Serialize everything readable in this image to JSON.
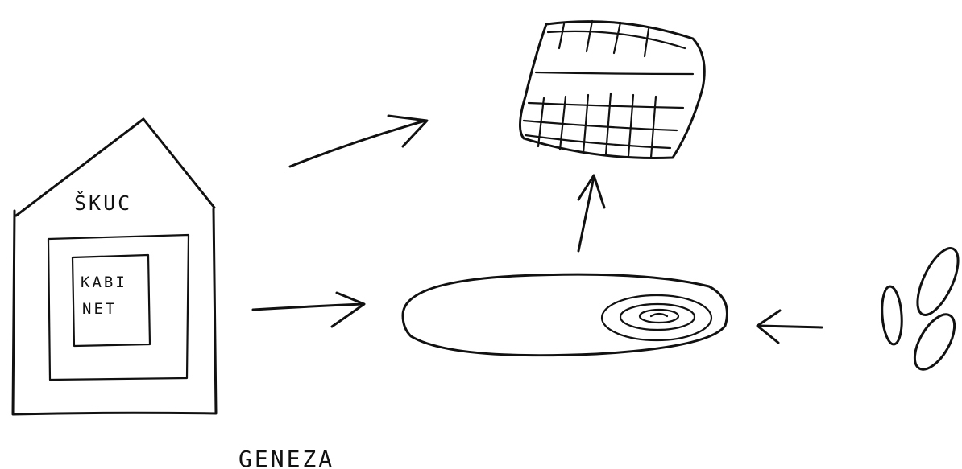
{
  "labels": {
    "house": "ŠKUC",
    "cabinet_line1": "KABI",
    "cabinet_line2": "NET",
    "caption": "GENEZA"
  },
  "icons": {
    "house": "house-sketch-icon",
    "pillow": "cushion-sketch-icon",
    "ellipse": "oval-with-spiral-sketch-icon",
    "seeds": "seeds-sketch-icon"
  },
  "colors": {
    "ink": "#111111",
    "paper": "#ffffff"
  }
}
